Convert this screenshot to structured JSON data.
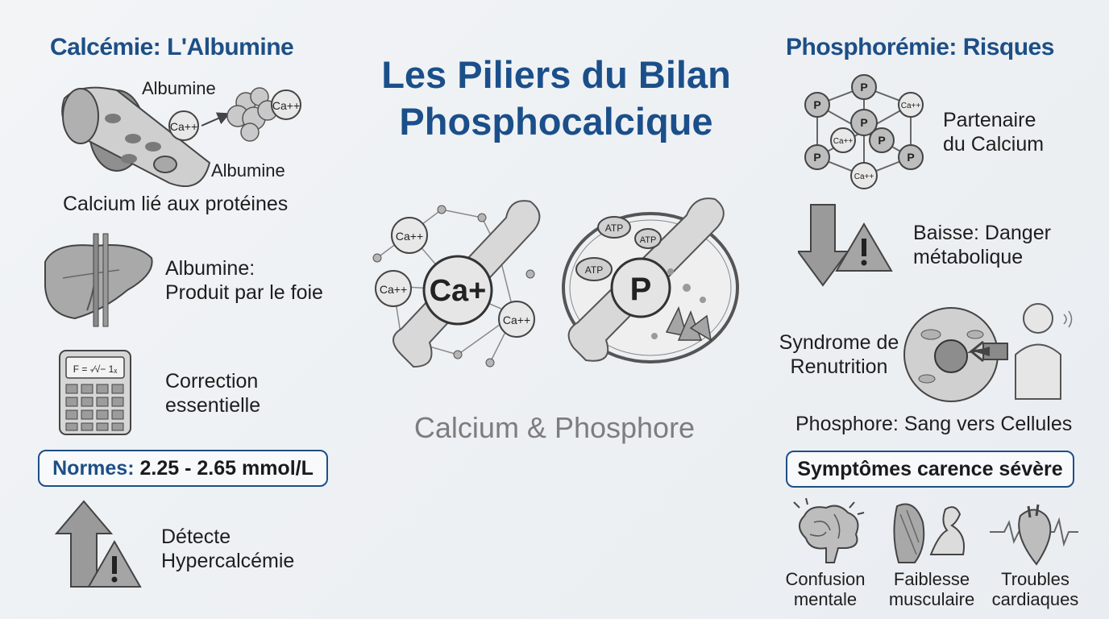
{
  "title": {
    "line1": "Les Piliers du Bilan",
    "line2": "Phosphocalcique"
  },
  "subtitle": "Calcium & Phosphore",
  "left": {
    "heading": "Calcémie: L'Albumine",
    "albumin_diagram": {
      "label_top": "Albumine",
      "label_bottom": "Albumine",
      "ion_free": "Ca++",
      "ion_bound": "Ca++",
      "caption": "Calcium lié aux protéines"
    },
    "liver": {
      "line1": "Albumine:",
      "line2": "Produit par le foie"
    },
    "calculator": {
      "screen": "F = -⁄√− 1ₓ",
      "line1": "Correction",
      "line2": "essentielle"
    },
    "norms": {
      "prefix": "Normes:",
      "value": "2.25 - 2.65 mmol/L"
    },
    "detect": {
      "line1": "Détecte",
      "line2": "Hypercalcémie"
    }
  },
  "center": {
    "calcium": {
      "main": "Ca+",
      "ions": [
        "Ca++",
        "Ca++",
        "Ca++"
      ]
    },
    "phosphore": {
      "main": "P",
      "atp": [
        "ATP",
        "ATP",
        "ATP"
      ]
    }
  },
  "right": {
    "heading": "Phosphorémie: Risques",
    "lattice": {
      "p": "P",
      "ca": "Ca++",
      "line1": "Partenaire",
      "line2": "du Calcium"
    },
    "drop": {
      "line1": "Baisse: Danger",
      "line2": "métabolique"
    },
    "refeeding": {
      "line1": "Syndrome de",
      "line2": "Renutrition",
      "caption": "Phosphore: Sang vers Cellules"
    },
    "symptoms_title": "Symptômes carence sévère",
    "symptoms": [
      {
        "icon": "brain-icon",
        "line1": "Confusion",
        "line2": "mentale"
      },
      {
        "icon": "muscle-icon",
        "line1": "Faiblesse",
        "line2": "musculaire"
      },
      {
        "icon": "heart-icon",
        "line1": "Troubles",
        "line2": "cardiaques"
      }
    ]
  },
  "colors": {
    "heading": "#1d4f86",
    "title": "#1b4f8a",
    "icon_gray": "#8c8c8c"
  }
}
